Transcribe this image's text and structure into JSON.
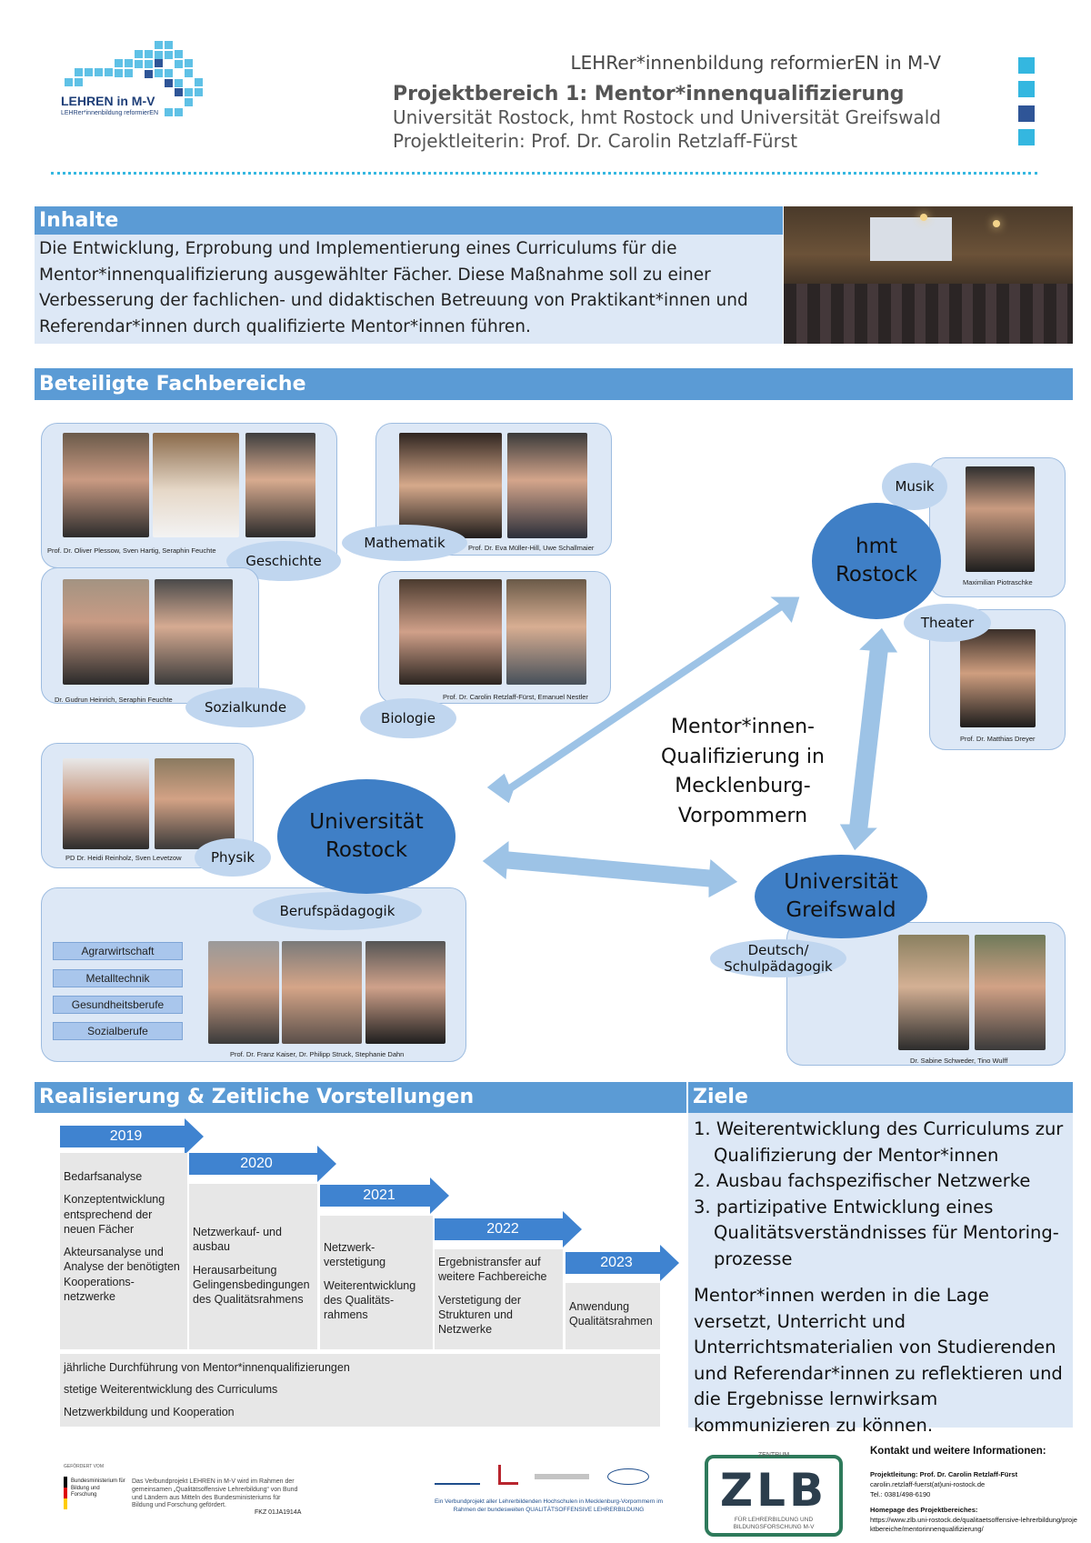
{
  "header": {
    "logo_title": "LEHREN in M-V",
    "logo_sub": "LEHRer*innenbildung reformierEN",
    "line1": "LEHRer*innenbildung reformierEN in M-V",
    "line2": "Projektbereich 1: Mentor*innenqualifizierung",
    "line3": "Universität Rostock, hmt Rostock und Universität Greifswald",
    "line4": "Projektleiterin: Prof. Dr. Carolin Retzlaff-Fürst"
  },
  "inhalte": {
    "title": "Inhalte",
    "text": "Die Entwicklung, Erprobung und Implementierung eines Curriculums für die Mentor*innenqualifizierung ausgewählter Fächer. Diese Maßnahme soll zu einer Verbesserung der fachlichen- und didaktischen Betreuung von Praktikant*innen und Referendar*innen durch qualifizierte Mentor*innen führen."
  },
  "fachbereiche": {
    "title": "Beteiligte Fachbereiche",
    "geschichte": {
      "label": "Geschichte",
      "caption": "Prof. Dr. Oliver Plessow, Sven Hartig, Seraphin Feuchte"
    },
    "mathematik": {
      "label": "Mathematik",
      "caption": "Prof. Dr. Eva Müller-Hill, Uwe Schallmaier"
    },
    "sozialkunde": {
      "label": "Sozialkunde",
      "caption": "Dr. Gudrun Heinrich, Seraphin Feuchte"
    },
    "biologie": {
      "label": "Biologie",
      "caption": "Prof. Dr. Carolin Retzlaff-Fürst, Emanuel Nestler"
    },
    "physik": {
      "label": "Physik",
      "caption": "PD Dr. Heidi Reinholz, Sven Levetzow"
    },
    "berufspaedagogik": {
      "label": "Berufspädagogik",
      "caption": "Prof. Dr. Franz Kaiser, Dr. Philipp Struck, Stephanie Dahn",
      "subjects": [
        "Agrarwirtschaft",
        "Metalltechnik",
        "Gesundheitsberufe",
        "Sozialberufe"
      ]
    },
    "musik": {
      "label": "Musik",
      "caption": "Maximilian Piotraschke"
    },
    "theater": {
      "label": "Theater",
      "caption": "Prof. Dr. Matthias Dreyer"
    },
    "deutsch": {
      "label1": "Deutsch/",
      "label2": "Schulpädagogik",
      "caption": "Dr. Sabine Schweder, Tino Wulff"
    },
    "hmt": {
      "l1": "hmt",
      "l2": "Rostock"
    },
    "uni_rostock": {
      "l1": "Universität",
      "l2": "Rostock"
    },
    "uni_greifswald": {
      "l1": "Universität",
      "l2": "Greifswald"
    },
    "center": [
      "Mentor*innen-",
      "Qualifizierung in",
      "Mecklenburg-",
      "Vorpommern"
    ]
  },
  "realisierung": {
    "title": "Realisierung & Zeitliche Vorstellungen",
    "years": [
      "2019",
      "2020",
      "2021",
      "2022",
      "2023"
    ],
    "y2019": [
      "Bedarfsanalyse",
      "Konzeptentwicklung entsprechend der neuen Fächer",
      "Akteursanalyse und Analyse der benötigten Kooperations-netzwerke"
    ],
    "y2020": [
      "Netzwerkauf- und ausbau",
      "Herausarbeitung Gelingensbedingungen des Qualitätsrahmens"
    ],
    "y2021": [
      "Netzwerk-verstetigung",
      "Weiterentwicklung des Qualitäts-rahmens"
    ],
    "y2022": [
      "Ergebnistransfer auf weitere Fachbereiche",
      "Verstetigung der Strukturen und Netzwerke"
    ],
    "y2023": [
      "Anwendung Qualitätsrahmen"
    ],
    "ongoing": [
      "jährliche Durchführung von Mentor*innenqualifizierungen",
      "stetige Weiterentwicklung des Curriculums",
      "Netzwerkbildung und Kooperation"
    ]
  },
  "ziele": {
    "title": "Ziele",
    "items": [
      {
        "num": "1.",
        "l1": "Weiterentwicklung des Curriculums zur",
        "l2": "Qualifizierung der Mentor*innen"
      },
      {
        "num": "2.",
        "l1": "Ausbau fachspezifischer Netzwerke",
        "l2": ""
      },
      {
        "num": "3.",
        "l1": "partizipative Entwicklung eines",
        "l2": "Qualitätsverständnisses für Mentoring-",
        "l3": "prozesse"
      }
    ],
    "paragraph": "Mentor*innen werden in die Lage versetzt, Unterricht und Unterrichtsmaterialien von Studierenden und Referendar*innen zu reflektieren und die Ergebnisse lernwirksam kommunizieren zu können."
  },
  "footer": {
    "gefoerdert": "GEFÖRDERT VOM",
    "bmbf": "Bundesministerium für Bildung und Forschung",
    "funding_text": "Das Verbundprojekt LEHREN in M-V wird im Rahmen der gemeinsamen „Qualitätsoffensive Lehrerbildung“ von Bund und Ländern aus Mitteln des Bundesministeriums für Bildung und Forschung gefördert.",
    "fkz": "FKZ 01JA1914A",
    "verbund": "Ein Verbundprojekt aller Lehrerbildenden Hochschulen in Mecklenburg-Vorpommern im Rahmen der bundesweiten QUALITÄTSOFFENSIVE LEHRERBILDUNG",
    "zlb_top": "ZENTRUM",
    "zlb": "ZLB",
    "zlb_sub": "FÜR LEHRERBILDUNG UND BILDUNGSFORSCHUNG M-V",
    "kontakt_title": "Kontakt und weitere Informationen:",
    "leitung": "Projektleitung: Prof. Dr. Carolin Retzlaff-Fürst",
    "email": "carolin.retzlaff-fuerst(at)uni-rostock.de",
    "tel": "Tel.: 0381/498-6190",
    "homepage_title": "Homepage des Projektbereiches:",
    "url": "https://www.zlb.uni-rostock.de/qualitaetsoffensive-lehrerbildung/projektbereiche/mentorinnenqualifizierung/"
  },
  "colors": {
    "accent": "#5b9bd5",
    "dark": "#3f7fc6",
    "light": "#dde8f6",
    "cube_cyan": "#34b7e0",
    "cube_navy": "#2f5597"
  }
}
